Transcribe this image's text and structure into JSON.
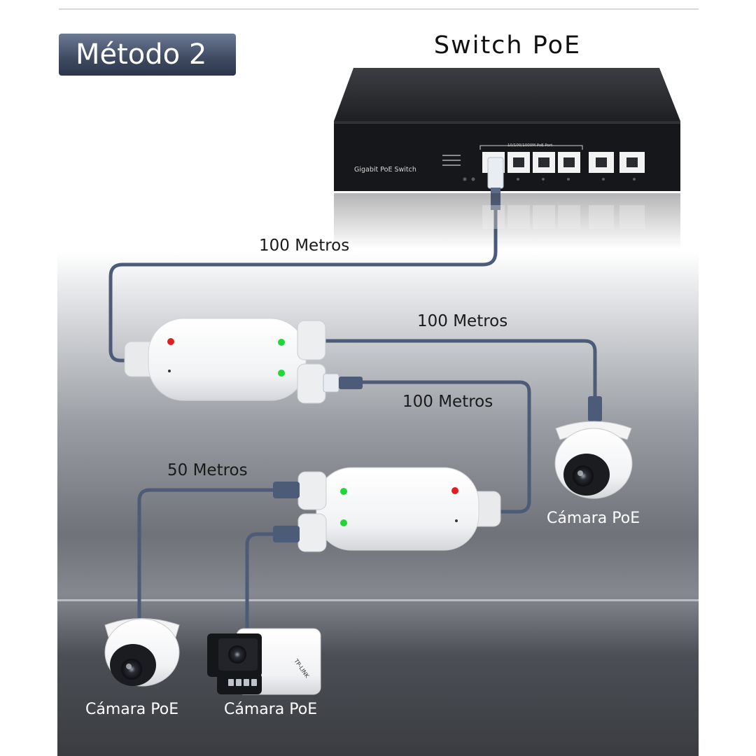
{
  "header": {
    "method_label": "Método 2",
    "device_title": "Switch PoE"
  },
  "switch": {
    "front_label": "Gigabit PoE Switch",
    "port_group_label": "10/100/1000M PoE Port"
  },
  "links": {
    "switch_to_extender": "100 Metros",
    "extender_to_camera": "100 Metros",
    "extender_to_extender": "100 Metros",
    "extender_to_left_camera": "50 Metros"
  },
  "cameras": {
    "right_dome": "Cámara PoE",
    "left_dome": "Cámara PoE",
    "bullet": "Cámara PoE",
    "bullet_brand": "TP-LINK"
  },
  "colors": {
    "cable": "#4b5b78",
    "led_red": "#e02020",
    "led_green": "#22d63a",
    "badge": "#3f4a62"
  }
}
